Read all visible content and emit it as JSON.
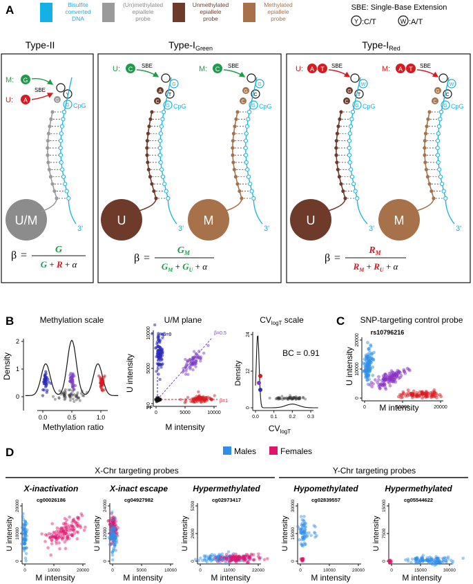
{
  "panels": {
    "A": "A",
    "B": "B",
    "C": "C",
    "D": "D"
  },
  "legend": {
    "bisulfite": [
      "Bisulfite",
      "converted",
      "DNA"
    ],
    "unmeth_probe": [
      "(Un)methylated",
      "epiallele",
      "probe"
    ],
    "unmethylated": [
      "Unmethylated",
      "epiallele",
      "probe"
    ],
    "methylated": [
      "Methylated",
      "epiallele",
      "probe"
    ],
    "sbe_title": "SBE: Single-Base Extension",
    "y_code": "Y",
    "y_label": ":C/T",
    "w_code": "W",
    "w_label": ":A/T",
    "colors": {
      "bisulfite": "#14b1e7",
      "probe_gray": "#9a9a9a",
      "unmeth_brown": "#6e3b2a",
      "meth_tan": "#a7724a",
      "green": "#1e9c4a",
      "red": "#d71920"
    }
  },
  "typeII": {
    "title": "Type-II",
    "m_label": "M:",
    "m_base": "G",
    "u_label": "U:",
    "u_base": "A",
    "sbe": "SBE",
    "y": "Y",
    "g": "G",
    "c": "C",
    "cpg": "CpG",
    "bead": "U/M",
    "three": "3'",
    "formula": {
      "beta": "β",
      "num": "G",
      "den": [
        "G",
        "R",
        "α"
      ]
    }
  },
  "typeIGreen": {
    "title_main": "Type-I",
    "title_sub": "Green",
    "u_label": "U:",
    "m_label": "M:",
    "base": "C",
    "sbe": "SBE",
    "bases": [
      "G",
      "T",
      "A",
      "C"
    ],
    "meth_bases": [
      "G",
      "C",
      "G",
      "C"
    ],
    "cpg": "CpG",
    "bead_u": "U",
    "bead_m": "M",
    "three": "3'",
    "formula": {
      "beta": "β",
      "num": "G",
      "num_sub": "M",
      "den": [
        "G",
        "M",
        "G",
        "U",
        "α"
      ]
    }
  },
  "typeIRed": {
    "title_main": "Type-I",
    "title_sub": "Red",
    "u_label": "U:",
    "m_label": "M:",
    "bases_ins": [
      "A",
      "T"
    ],
    "sbe": "SBE",
    "w": "W",
    "bases": [
      "G",
      "T",
      "A",
      "C"
    ],
    "meth_bases": [
      "G",
      "C",
      "G",
      "C"
    ],
    "cpg": "CpG",
    "bead_u": "U",
    "bead_m": "M",
    "three": "3'",
    "formula": {
      "beta": "β",
      "num": "R",
      "num_sub": "M",
      "den": [
        "R",
        "M",
        "R",
        "U",
        "α"
      ]
    }
  },
  "panelB": {
    "methylation_scale": {
      "title": "Methylation scale",
      "ylabel": "Density",
      "xlabel": "Methylation ratio",
      "yticks": [
        "0",
        "1",
        "2"
      ],
      "xticks": [
        "0.0",
        "0.5",
        "1.0"
      ]
    },
    "um_plane": {
      "title": "U/M plane",
      "ylabel": "U intensity",
      "xlabel": "M intensity",
      "yticks": [
        "0",
        "5000",
        "10000"
      ],
      "xticks": [
        "0",
        "5000",
        "10000"
      ],
      "labels": {
        "b0": "β=0",
        "b05": "β=0.5",
        "b1": "β=1",
        "pf": "PF"
      }
    },
    "cv_scale": {
      "title_main": "CV",
      "title_sub": "logT",
      "title_rest": " scale",
      "ylabel": "Density",
      "xlabel_main": "CV",
      "xlabel_sub": "logT",
      "yticks": [
        "0",
        "12",
        "24"
      ],
      "xticks": [
        "0.0",
        "0.1",
        "0.2",
        "0.3"
      ],
      "bc": "BC = 0.91"
    }
  },
  "panelC": {
    "title": "SNP-targeting control probe",
    "probe": "rs10796216",
    "ylabel": "U intensity",
    "xlabel": "M intensity",
    "yticks": [
      "0",
      "10000",
      "20000"
    ],
    "xticks": [
      "0",
      "10000",
      "20000"
    ]
  },
  "panelD": {
    "legend": {
      "males": "Males",
      "females": "Females",
      "male_color": "#2f8fe8",
      "female_color": "#e0136d"
    },
    "x_group": "X-Chr targeting probes",
    "y_group": "Y-Chr targeting probes",
    "plots": [
      {
        "category": "X-inactivation",
        "probe": "cg00026186",
        "yticks": [
          "0",
          "10000",
          "20000"
        ],
        "xticks": [
          "0",
          "10000",
          "20000"
        ]
      },
      {
        "category": "X-inact escape",
        "probe": "cg04927982",
        "yticks": [
          "0",
          "12000",
          "24000"
        ],
        "xticks": [
          "0",
          "5000",
          "10000"
        ]
      },
      {
        "category": "Hypermethylated",
        "probe": "cg02973417",
        "yticks": [
          "0",
          "2600",
          "5200"
        ],
        "xticks": [
          "0",
          "11000",
          "22000"
        ]
      },
      {
        "category": "Hypomethylated",
        "probe": "cg02839557",
        "yticks": [
          "0",
          "15000",
          "30000"
        ],
        "xticks": [
          "0",
          "10000",
          "20000"
        ]
      },
      {
        "category": "Hypermethylated",
        "probe": "cg05544622",
        "yticks": [
          "0",
          "7500",
          "15000"
        ],
        "xticks": [
          "0",
          "15000",
          "30000"
        ]
      }
    ],
    "ylabel": "U intensity",
    "xlabel": "M intensity"
  }
}
